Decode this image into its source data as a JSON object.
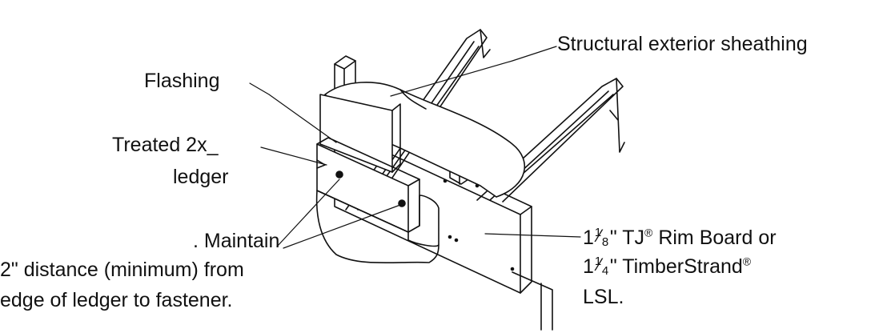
{
  "labels": {
    "sheathing": "Structural exterior sheathing",
    "flashing": "Flashing",
    "ledger_1": "Treated 2x_",
    "ledger_2": "ledger",
    "maintain_1": ". Maintain",
    "maintain_2": "2\" distance (minimum) from",
    "maintain_3": "edge of ledger to fastener.",
    "rim_1_whole": "1",
    "rim_1_num": "1",
    "rim_1_den": "8",
    "rim_1_rest": "\" TJ",
    "rim_1_reg": "®",
    "rim_1_end": " Rim Board or",
    "rim_2_whole": "1",
    "rim_2_num": "1",
    "rim_2_den": "4",
    "rim_2_rest": "\" TimberStrand",
    "rim_2_reg": "®",
    "rim_3": "LSL."
  },
  "colors": {
    "line": "#111111",
    "background": "#ffffff"
  }
}
